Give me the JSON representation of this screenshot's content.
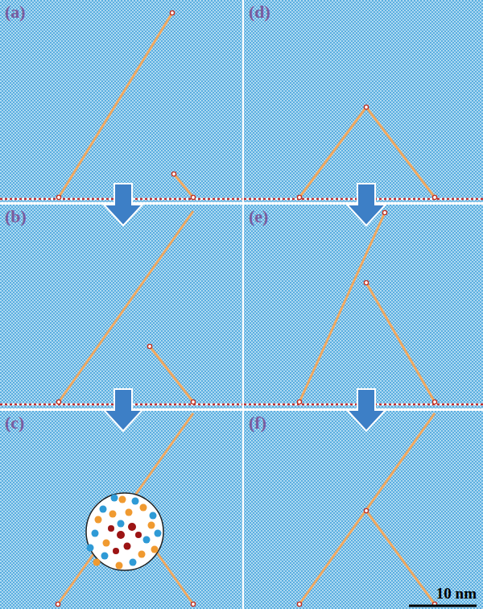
{
  "diagram": {
    "labels": [
      "(a)",
      "(b)",
      "(c)",
      "(d)",
      "(e)",
      "(f)",
      "10 nm"
    ]
  }
}
